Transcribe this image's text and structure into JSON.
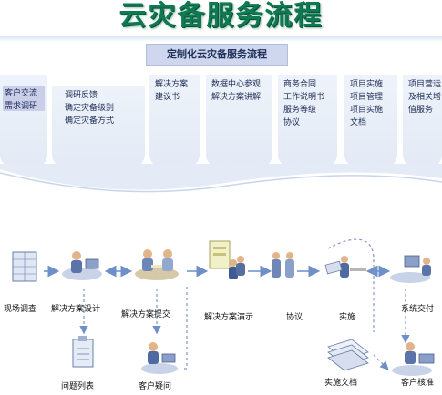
{
  "title": "云灾备服务流程",
  "banner": "定制化云灾备服务流程",
  "phases": [
    {
      "lines": [
        "客户交流",
        "需求调研"
      ]
    },
    {
      "lines": [
        "调研反馈",
        "确定灾备级别",
        "确定灾备方式"
      ]
    },
    {
      "lines": [
        "解决方案",
        "建议书"
      ]
    },
    {
      "lines": [
        "数据中心参观",
        "解决方案讲解"
      ]
    },
    {
      "lines": [
        "商务合同",
        "工作说明书",
        "服务等级",
        "协议"
      ]
    },
    {
      "lines": [
        "项目实施",
        "项目管理",
        "项目实施",
        "文档"
      ]
    },
    {
      "lines": [
        "项目营运",
        "及相关增",
        "值服务"
      ]
    }
  ],
  "flow": {
    "nodes": [
      "现场调查",
      "解决方案设计",
      "解决方案提交",
      "解决方案演示",
      "协议",
      "实施",
      "系统交付",
      "问题列表",
      "客户疑问",
      "实施文档",
      "客户核准"
    ]
  },
  "colors": {
    "title": "#0f7a52",
    "banner_bg": "#cfd7ee",
    "phase_bg": "#e9eef7",
    "arrow": "#6f8fc9",
    "dashed": "#7f96c8"
  }
}
